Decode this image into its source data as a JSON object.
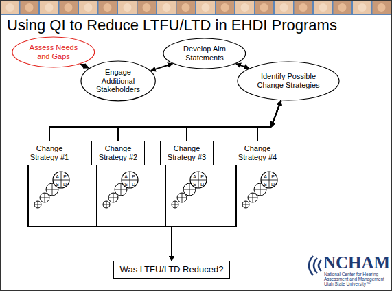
{
  "diagram": {
    "title": "Using QI to Reduce LTFU/LTD in EHDI Programs",
    "nodes": [
      {
        "text": [
          "Assess Needs and Gaps"
        ]
      },
      {
        "text": [
          "Engage Additional Stakeholders"
        ]
      },
      {
        "text": [
          "Develop Aim Statements"
        ]
      },
      {
        "text": [
          "Identify Possible Change Strategies"
        ]
      },
      {
        "text": [
          "Change Strategy #1"
        ]
      },
      {
        "text": [
          "Change Strategy #2"
        ]
      },
      {
        "text": [
          "Change Strategy #3"
        ]
      },
      {
        "text": [
          "Change Strategy #4"
        ]
      },
      {
        "text": [
          "Was LTFU/LTD Reduced?"
        ]
      }
    ],
    "edges": [
      {
        "from": 0,
        "to": 1,
        "arrow": "both"
      },
      {
        "from": 1,
        "to": 2,
        "arrow": "both"
      },
      {
        "from": 2,
        "to": 3,
        "arrow": "both"
      },
      {
        "from": 3,
        "to": 4,
        "arrow": "both"
      },
      {
        "from": 3,
        "to": 5,
        "arrow": "both"
      },
      {
        "from": 3,
        "to": 6,
        "arrow": "both"
      },
      {
        "from": 3,
        "to": 7,
        "arrow": "both"
      },
      {
        "from": 4,
        "to": 8,
        "arrow": "to"
      },
      {
        "from": 5,
        "to": 8,
        "arrow": "to"
      },
      {
        "from": 6,
        "to": 8,
        "arrow": "to"
      },
      {
        "from": 7,
        "to": 8,
        "arrow": "to"
      }
    ],
    "labels": [
      "A",
      "P",
      "S",
      "D",
      "A",
      "P",
      "S",
      "D",
      "A",
      "P",
      "S",
      "D",
      "A",
      "P",
      "S",
      "D",
      "NCHAM",
      "National Center for Hearing",
      "Assessment and Management",
      "Utah State University™"
    ]
  }
}
